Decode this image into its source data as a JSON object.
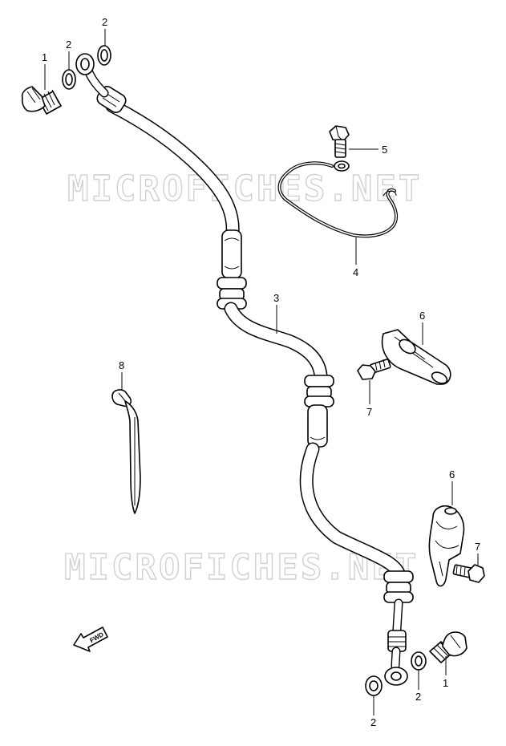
{
  "watermarks": [
    "MICROFICHES.NET",
    "MICROFICHES.NET"
  ],
  "fwd_label": "FWD",
  "callouts": {
    "bolt_top": "1",
    "washer_top_left": "2",
    "washer_top_right": "2",
    "brake_hose": "3",
    "hose_guide": "4",
    "guide_bolt": "5",
    "clamp_upper": "6",
    "clamp_upper_bolt": "7",
    "cable_tie": "8",
    "clamp_lower": "6",
    "clamp_lower_bolt": "7",
    "washer_bottom_left": "2",
    "washer_bottom_right": "2",
    "bolt_bottom": "1"
  }
}
